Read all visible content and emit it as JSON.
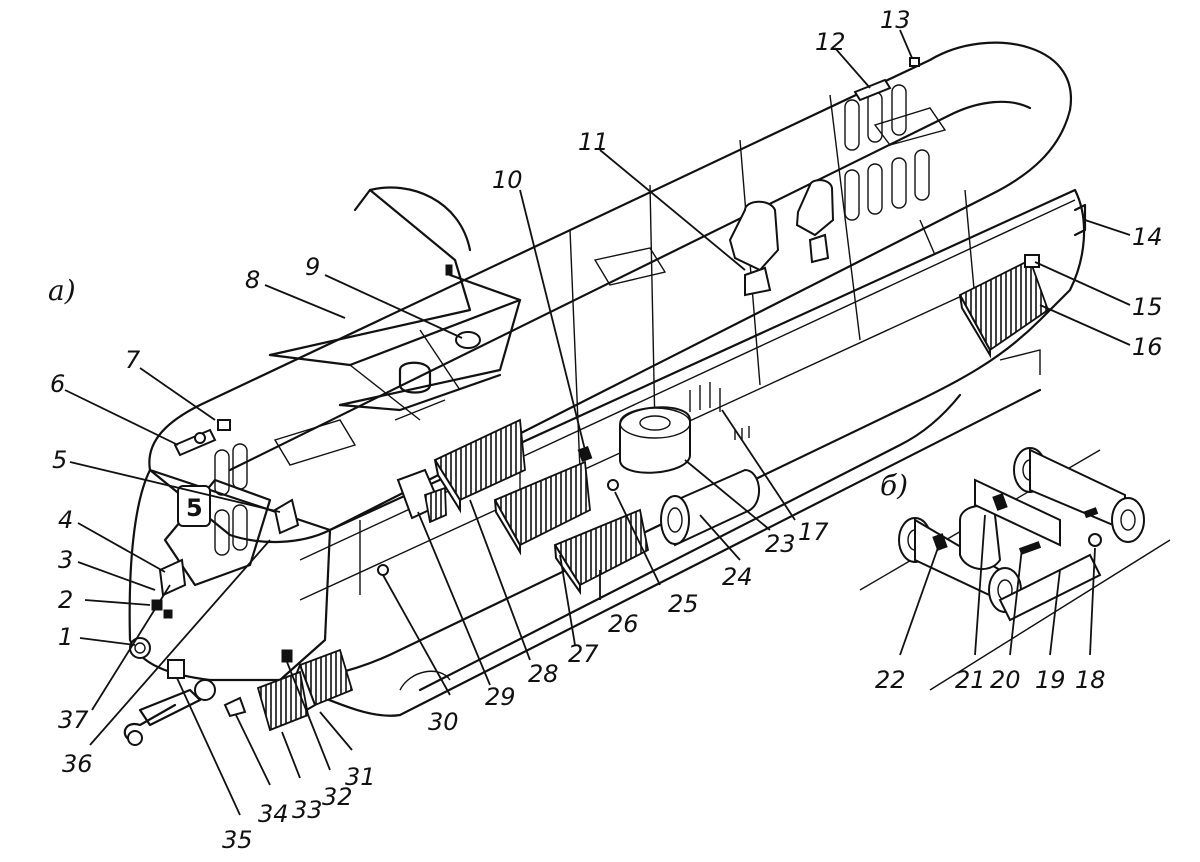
{
  "views": {
    "a": "а)",
    "b": "б)"
  },
  "route_number": "5",
  "callouts": [
    "1",
    "2",
    "3",
    "4",
    "5",
    "6",
    "7",
    "8",
    "9",
    "10",
    "11",
    "12",
    "13",
    "14",
    "15",
    "16",
    "17",
    "18",
    "19",
    "20",
    "21",
    "22",
    "23",
    "24",
    "25",
    "26",
    "27",
    "28",
    "29",
    "30",
    "31",
    "32",
    "33",
    "34",
    "35",
    "36",
    "37"
  ]
}
